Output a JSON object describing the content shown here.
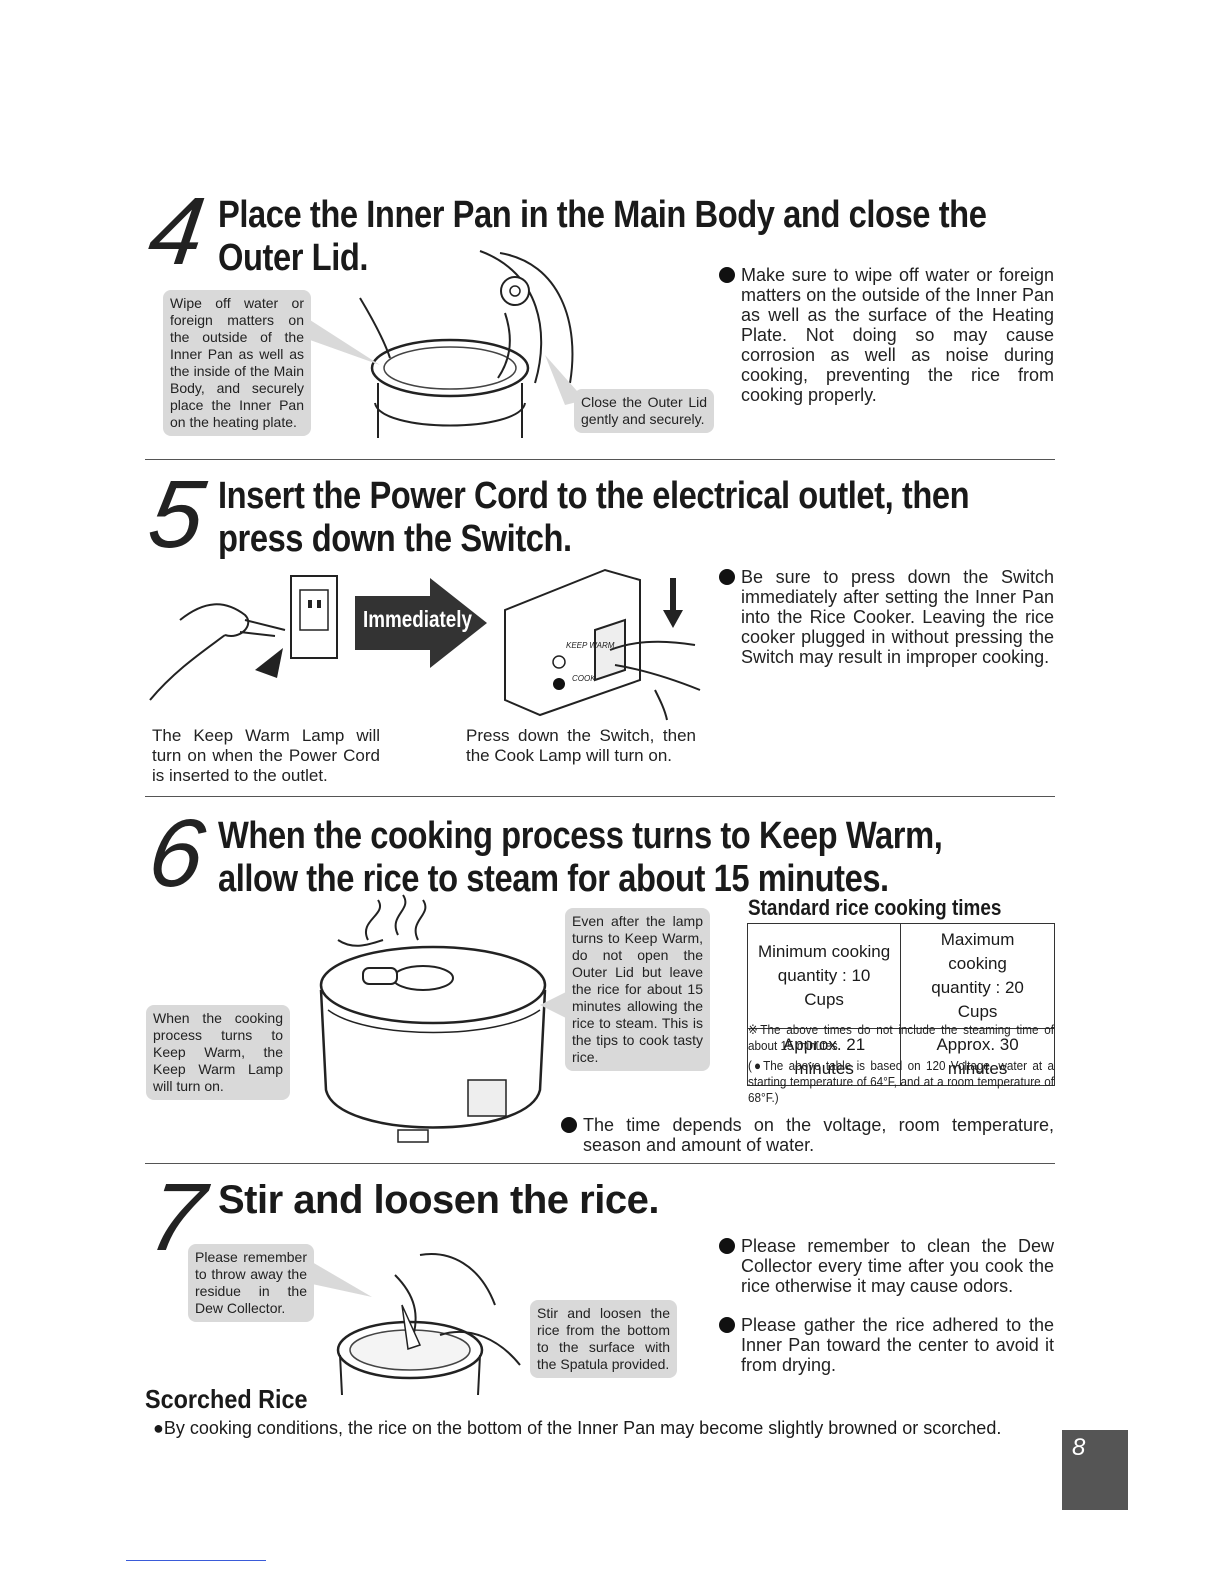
{
  "step4": {
    "number": "4",
    "title_line1": "Place the Inner Pan in the Main Body and close the",
    "title_line2": "Outer Lid.",
    "callout_left": "Wipe off water or foreign matters on the outside of the Inner Pan as well as the inside of the Main Body, and securely place the Inner Pan on the heating plate.",
    "callout_right": "Close the Outer Lid gently and securely.",
    "bullet": "Make sure to wipe off water or foreign matters on the outside of the Inner Pan as well as the surface of the Heating Plate. Not doing so may cause corrosion as well as noise during cooking, preventing the rice from cooking properly."
  },
  "step5": {
    "number": "5",
    "title_line1": "Insert the Power Cord to the electrical outlet, then",
    "title_line2": "press down the Switch.",
    "arrow_label": "Immediately",
    "panel_keep": "KEEP WARM",
    "panel_cook": "COOK",
    "caption_left": "The Keep Warm Lamp will turn on when the Power Cord is inserted to the outlet.",
    "caption_right": "Press down the Switch, then the Cook Lamp will turn on.",
    "bullet": "Be sure to press down the Switch immediately after setting the Inner Pan into the Rice Cooker. Leaving the rice cooker plugged in without pressing the Switch may result in improper cooking."
  },
  "step6": {
    "number": "6",
    "title_line1": "When the cooking process turns to Keep Warm,",
    "title_line2": "allow the rice to steam for about 15 minutes.",
    "callout_left": "When the cooking process turns to Keep Warm, the Keep Warm Lamp will turn on.",
    "callout_right": "Even after the lamp turns to Keep Warm, do not open the Outer Lid but leave the rice for about 15 minutes allowing the rice to steam. This is the tips to cook tasty rice.",
    "table_title": "Standard rice cooking times",
    "table": {
      "r1c1a": "Minimum cooking",
      "r1c1b": "quantity : 10 Cups",
      "r1c2a": "Maximum cooking",
      "r1c2b": "quantity : 20 Cups",
      "r2c1": "Approx. 21 minutes",
      "r2c2": "Approx. 30 minutes"
    },
    "note1": "※The above times do not include the steaming time of about 15 minutes.",
    "note2": "(●The above table is based on 120 Voltage, water at a starting temperature of 64°F, and at a room temperature of 68°F.)",
    "bullet": "The time depends on the voltage, room temperature, season and amount of water."
  },
  "step7": {
    "number": "7",
    "title": "Stir and loosen the rice.",
    "callout_left": "Please remember to throw away the residue in the Dew Collector.",
    "callout_right": "Stir and loosen the rice from the bottom to the surface with the Spatula provided.",
    "bullet1": "Please remember to clean the Dew Collector every time after you cook the rice otherwise it may cause odors.",
    "bullet2": "Please gather the rice adhered to the Inner Pan toward the center to avoid it from drying."
  },
  "scorched": {
    "heading": "Scorched Rice",
    "text": "●By cooking conditions, the rice on the bottom of the Inner Pan may become slightly browned or scorched."
  },
  "page_number": "8"
}
